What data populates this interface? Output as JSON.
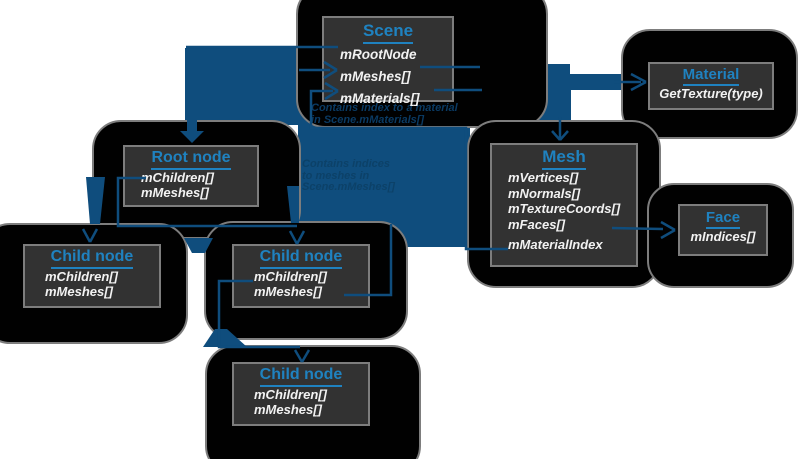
{
  "nodes": {
    "scene": {
      "title": "Scene",
      "members": [
        "mRootNode",
        "mMeshes[]",
        "mMaterials[]"
      ]
    },
    "material": {
      "title": "Material",
      "members": [
        "GetTexture(type)"
      ]
    },
    "root": {
      "title": "Root node",
      "members": [
        "mChildren[]",
        "mMeshes[]"
      ]
    },
    "mesh": {
      "title": "Mesh",
      "members": [
        "mVertices[]",
        "mNormals[]",
        "mTextureCoords[]",
        "mFaces[]",
        "mMaterialIndex"
      ]
    },
    "face": {
      "title": "Face",
      "members": [
        "mIndices[]"
      ]
    },
    "child1": {
      "title": "Child node",
      "members": [
        "mChildren[]",
        "mMeshes[]"
      ]
    },
    "child2": {
      "title": "Child node",
      "members": [
        "mChildren[]",
        "mMeshes[]"
      ]
    },
    "child3": {
      "title": "Child node",
      "members": [
        "mChildren[]",
        "mMeshes[]"
      ]
    }
  },
  "captions": {
    "material_note_line1": "Contains index to a material",
    "material_note_line2": "in Scene.mMaterials[]",
    "mesh_note_line1": "Contains indices",
    "mesh_note_line2": "to meshes in",
    "mesh_note_line3": "Scene.mMeshes[]"
  },
  "colors": {
    "arrow_blue": "#0f4d7d",
    "title_blue": "#1f82c0",
    "box_background": "#323232",
    "box_border": "#7d7d7d",
    "member_text": "#f2f2f2",
    "blob_black": "#010101",
    "note_text": "#0a3a63"
  }
}
